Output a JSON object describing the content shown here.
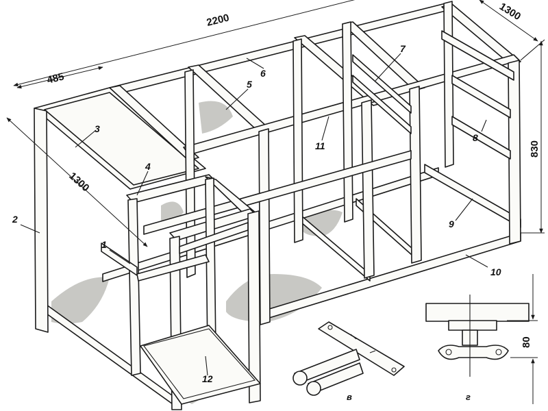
{
  "dimensions": {
    "width_total": "2200",
    "depth": "1300",
    "height": "830",
    "bay_width": "485",
    "side_depth": "1300",
    "bracket_offset": "80"
  },
  "callouts": [
    "1",
    "2",
    "3",
    "4",
    "5",
    "6",
    "7",
    "8",
    "9",
    "10",
    "11",
    "12"
  ],
  "detail_labels": {
    "bracket_view": "в",
    "joint_view": "г"
  },
  "colors": {
    "line": "#1a1a1a",
    "shadow": "#c8c8c4",
    "background": "#ffffff"
  }
}
